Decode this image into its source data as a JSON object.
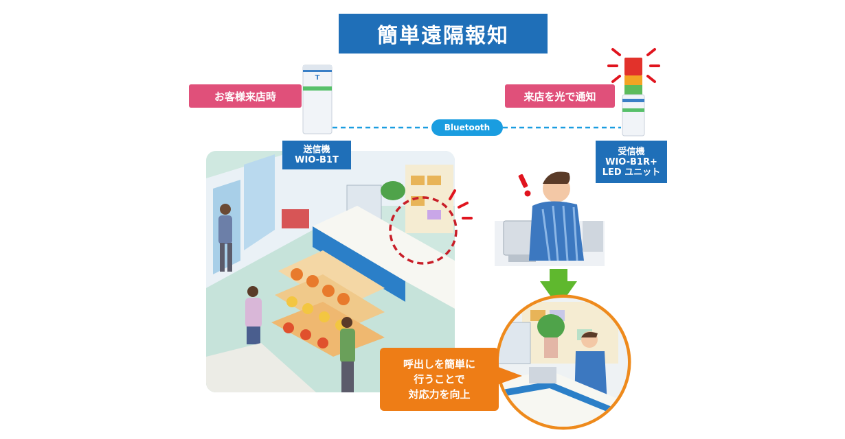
{
  "title": "簡単遠隔報知",
  "left_label": "お客様来店時",
  "right_label": "来店を光で通知",
  "connection": "Bluetooth",
  "transmitter": {
    "line1": "送信機",
    "line2": "WIO-B1T"
  },
  "receiver": {
    "line1": "受信機",
    "line2": "WIO-B1R+",
    "line3": "LED ユニット"
  },
  "callout": {
    "line1": "呼出しを簡単に",
    "line2": "行うことで",
    "line3": "対応力を向上"
  },
  "device_mark": "T",
  "colors": {
    "title_bg": "#1f6fb8",
    "label_bg": "#e0507a",
    "bluetooth": "#1a9de0",
    "callout_bg": "#ee7d16",
    "alert_red": "#e0141e",
    "arrow_green": "#5fb82e",
    "ring_orange": "#ee8a1c"
  }
}
